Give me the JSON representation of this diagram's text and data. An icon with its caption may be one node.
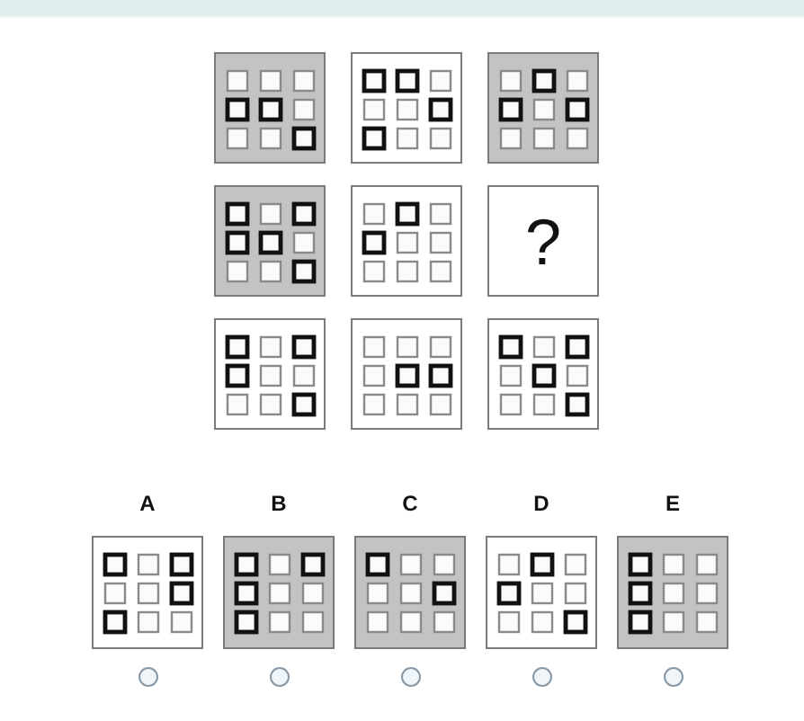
{
  "diagram": {
    "nodes": [
      {
        "text": [],
        "shape": "box"
      },
      {
        "text": [],
        "shape": "box"
      },
      {
        "text": [],
        "shape": "box"
      },
      {
        "text": [],
        "shape": "box"
      },
      {
        "text": [],
        "shape": "box"
      },
      {
        "text": [
          "?"
        ]
      },
      {
        "text": [],
        "shape": "box"
      },
      {
        "text": [],
        "shape": "box"
      },
      {
        "text": [],
        "shape": "box"
      },
      {
        "text": [
          "A"
        ]
      },
      {
        "text": [
          "B"
        ]
      },
      {
        "text": [
          "C"
        ]
      },
      {
        "text": [
          "D"
        ]
      },
      {
        "text": [
          "E"
        ]
      }
    ]
  }
}
